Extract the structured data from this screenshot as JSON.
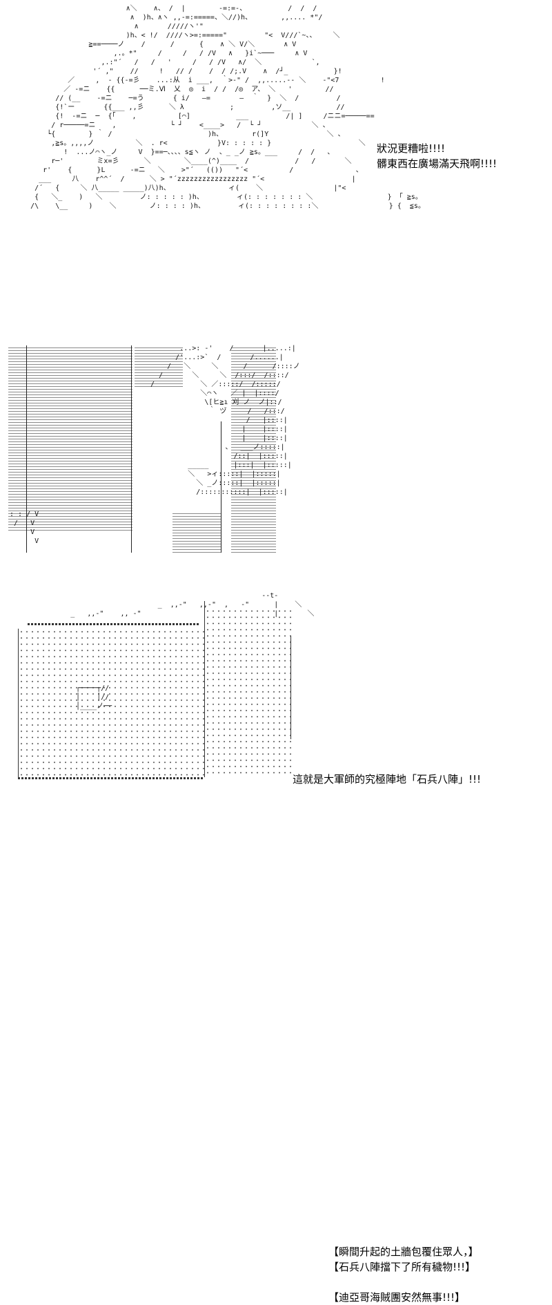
{
  "panels": [
    {
      "caption_lines": [
        "狀況更糟啦!!!!",
        "髒東西在廣場滿天飛啊!!!!"
      ]
    },
    {
      "caption_lines": [
        "這就是大軍師的究極陣地「石兵八陣」!!!"
      ]
    },
    {
      "caption_lines": [
        "【瞬間升起的土牆包覆住眾人，】",
        "【石兵八陣擋下了所有穢物!!!】",
        "【迪亞哥海賊團安然無事!!!】"
      ]
    }
  ]
}
